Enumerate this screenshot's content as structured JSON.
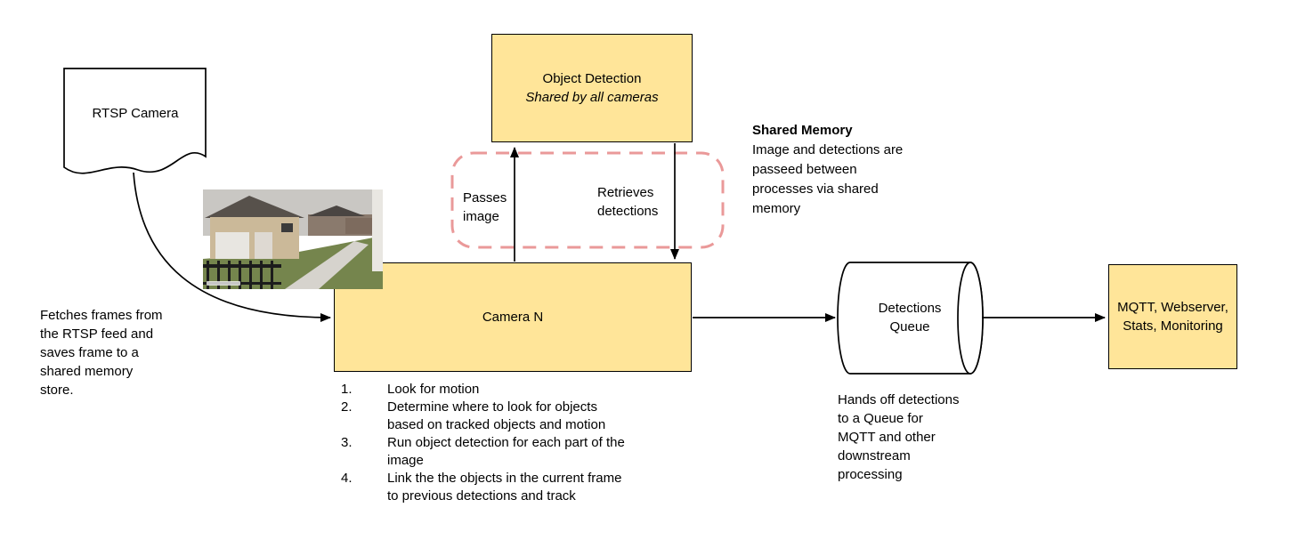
{
  "colors": {
    "node_fill": "#FFE599",
    "node_stroke": "#000000",
    "shared_memory_dash": "#EA9999",
    "background": "#FFFFFF"
  },
  "nodes": {
    "rtsp": {
      "label": "RTSP Camera"
    },
    "object_detection": {
      "title": "Object Detection",
      "subtitle": "Shared by all cameras"
    },
    "camera_n": {
      "label": "Camera N"
    },
    "queue": {
      "label": "Detections\nQueue"
    },
    "outputs": {
      "label": "MQTT, Webserver,\nStats, Monitoring"
    }
  },
  "labels": {
    "passes_image": "Passes image",
    "retrieves_detections": "Retrieves detections"
  },
  "notes": {
    "shared_memory_title": "Shared Memory",
    "shared_memory_body": "Image and detections are\npasseed between\nprocesses via shared\nmemory",
    "fetch": "Fetches frames from\nthe RTSP feed and\nsaves frame to a\nshared memory\nstore.",
    "queue_handoff": "Hands off detections\nto a Queue for\nMQTT and other\ndownstream\nprocessing"
  },
  "steps": [
    {
      "num": "1.",
      "text": "Look for motion"
    },
    {
      "num": "2.",
      "text": "Determine where to look for objects\nbased on tracked objects and motion"
    },
    {
      "num": "3.",
      "text": "Run object detection for each part of the\nimage"
    },
    {
      "num": "4.",
      "text": "Link the the objects in the current frame\nto previous detections and track"
    }
  ]
}
